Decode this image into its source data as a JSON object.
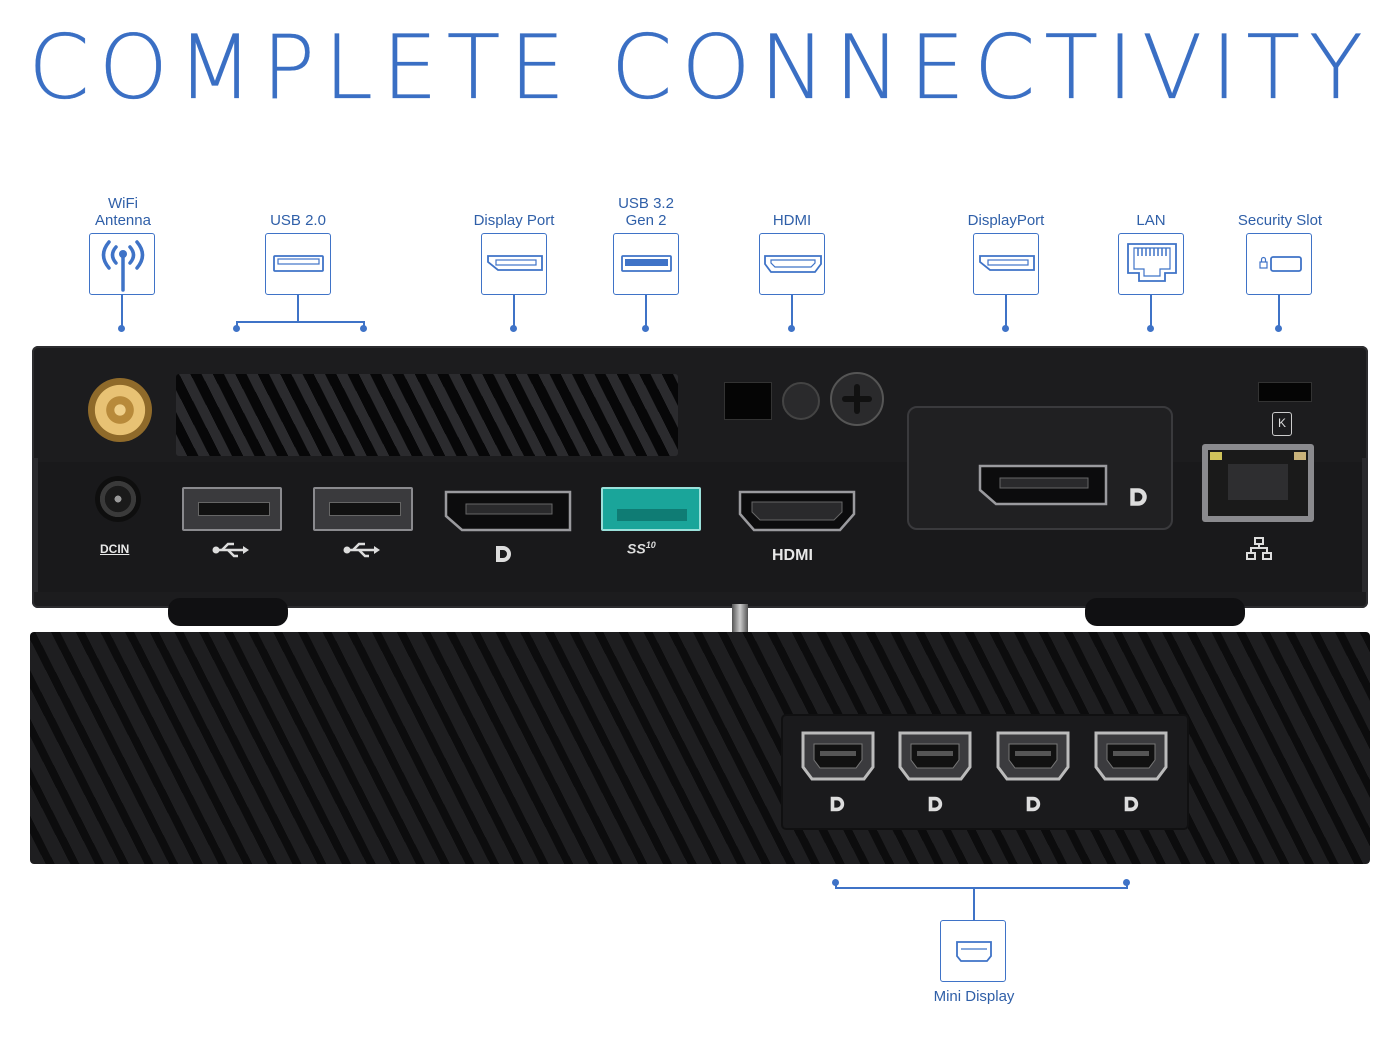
{
  "title": "COMPLETE CONNECTIVITY",
  "callouts": [
    {
      "label": "WiFi\nAntenna",
      "icon": "wifi-antenna-icon"
    },
    {
      "label": "USB 2.0",
      "icon": "usb-2-icon"
    },
    {
      "label": "Display Port",
      "icon": "display-port-icon"
    },
    {
      "label": "USB 3.2\nGen 2",
      "icon": "usb-3-2-icon"
    },
    {
      "label": "HDMI",
      "icon": "hdmi-icon"
    },
    {
      "label": "DisplayPort",
      "icon": "displayport-module-icon"
    },
    {
      "label": "LAN",
      "icon": "lan-icon"
    },
    {
      "label": "Security Slot",
      "icon": "security-slot-icon"
    },
    {
      "label": "Mini Display",
      "icon": "mini-display-icon"
    }
  ],
  "device_labels": {
    "dc_in": "DCIN",
    "hdmi": "HDMI",
    "ss": "SS",
    "ss_speed": "10",
    "lock": "K"
  },
  "colors": {
    "accent": "#3f73c7",
    "usb32_port": "#1aa59a",
    "device_body": "#1c1c1e"
  }
}
